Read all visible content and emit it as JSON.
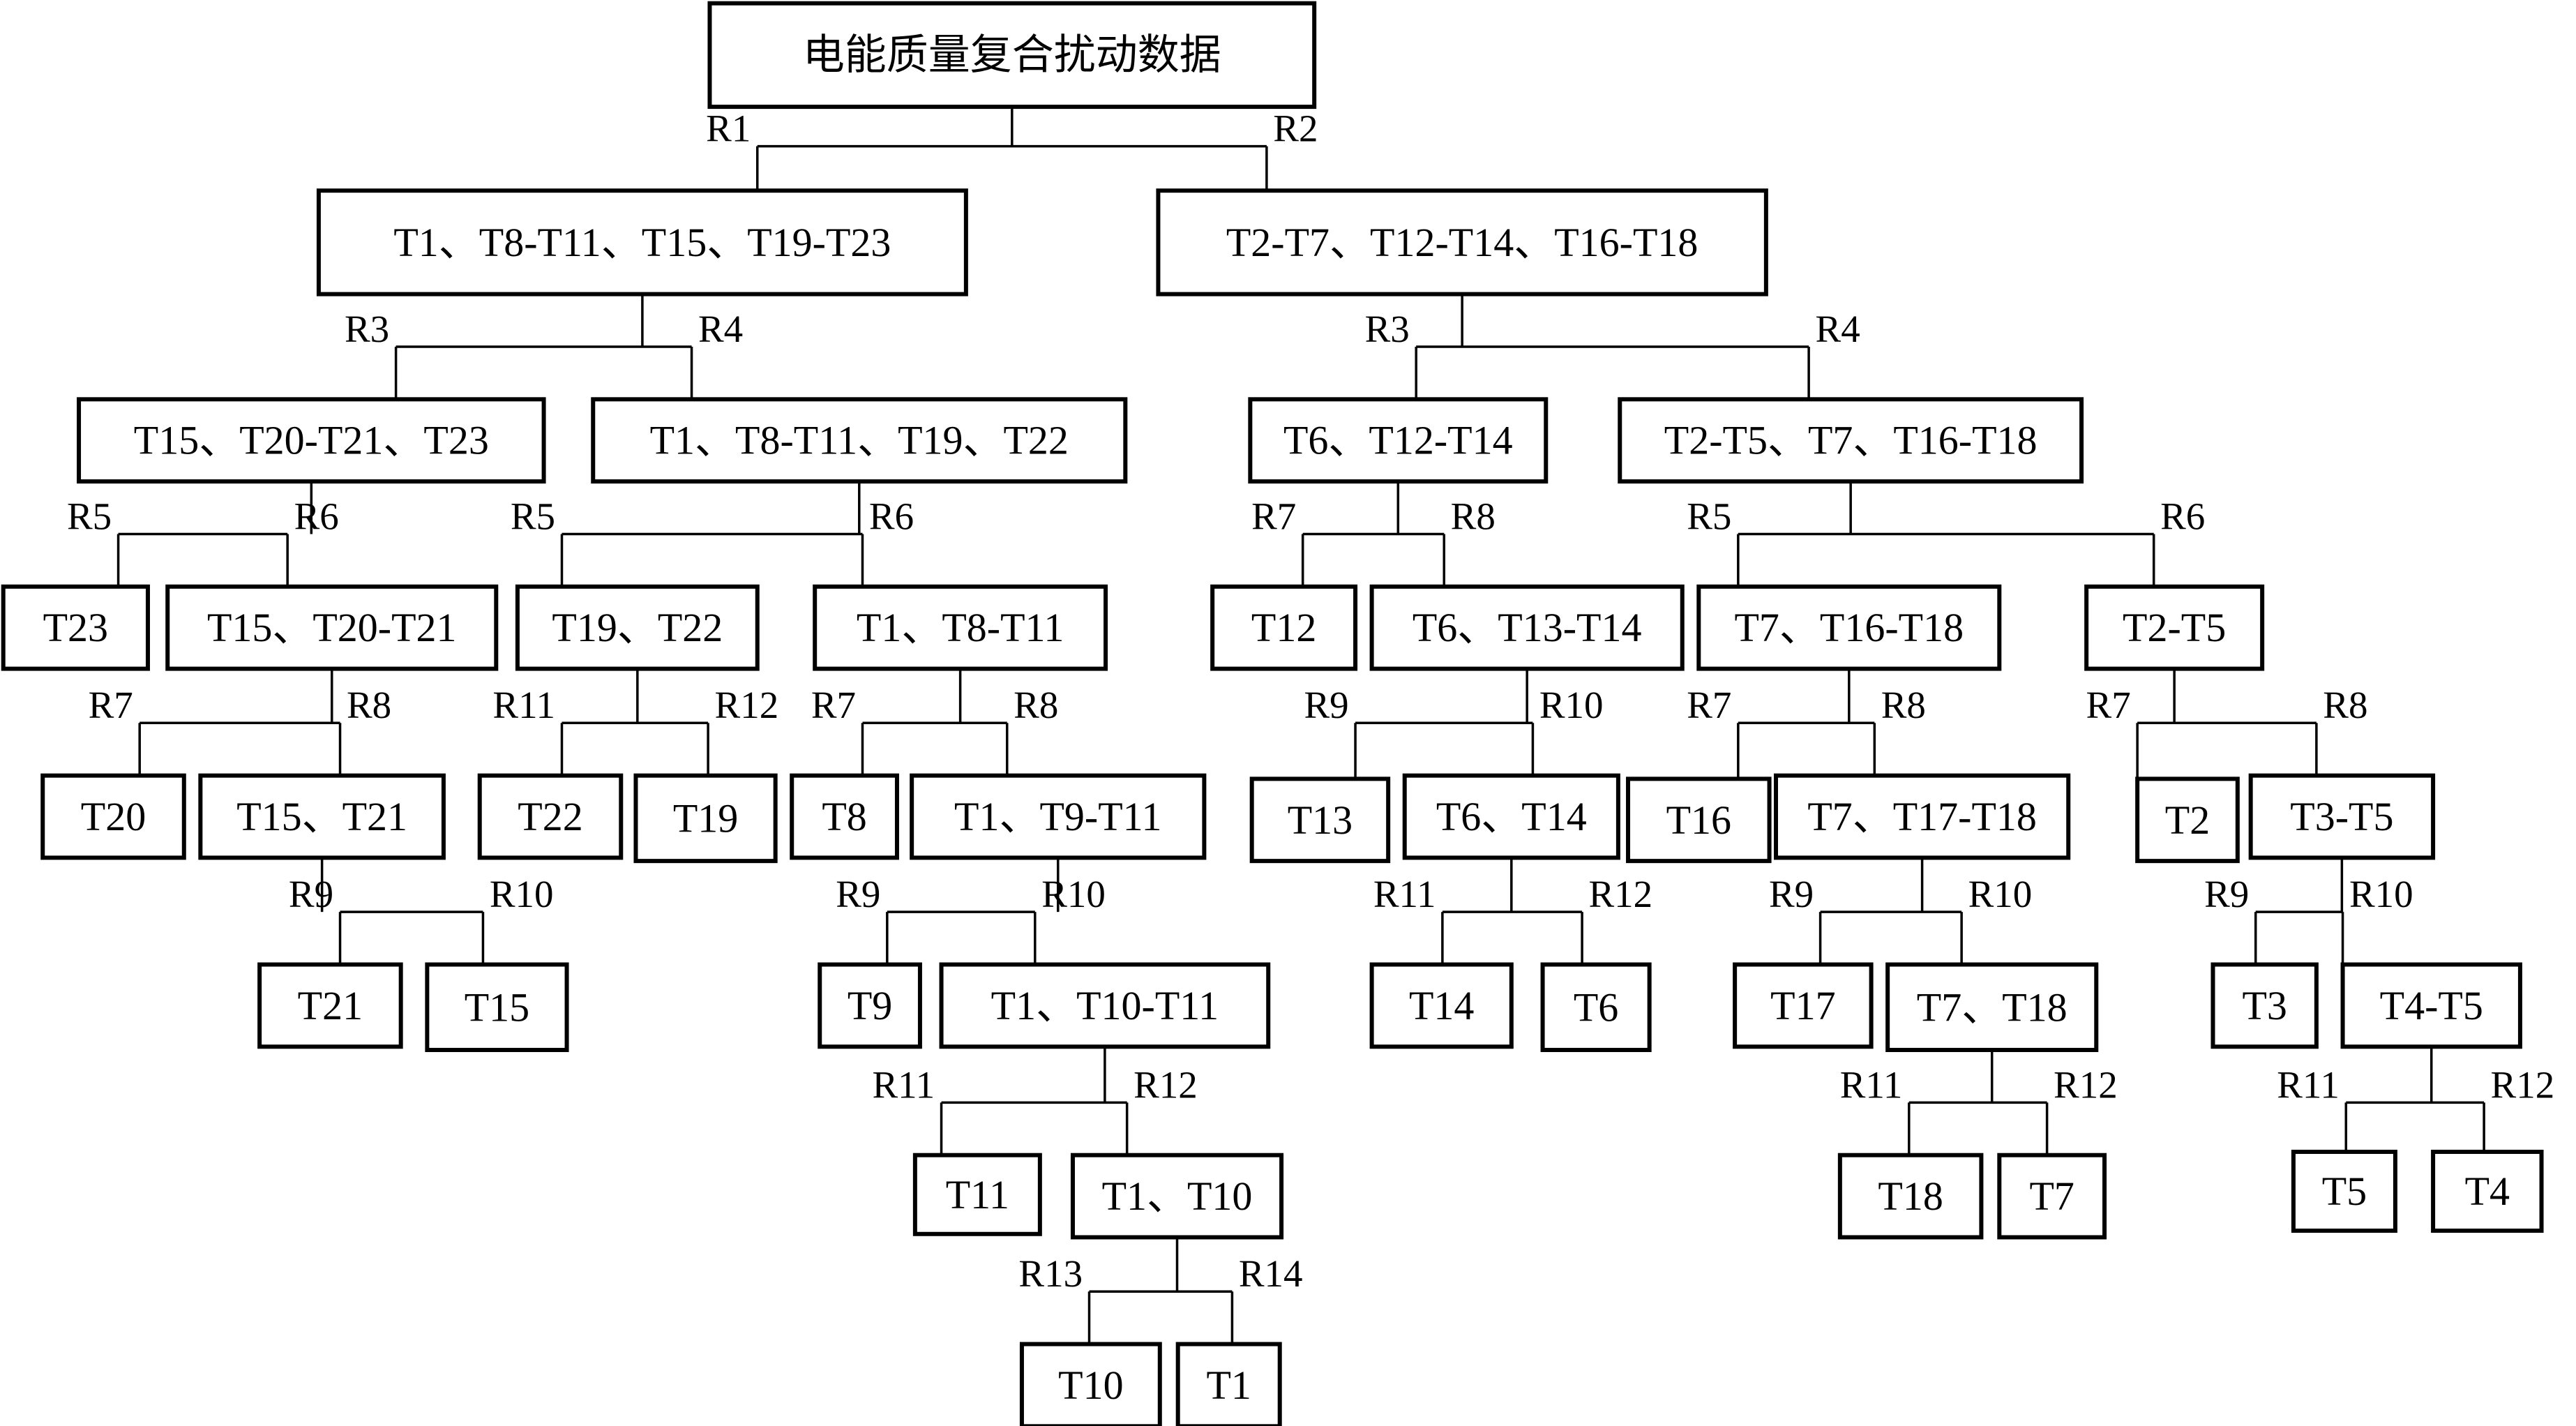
{
  "diagram": {
    "nodes": [
      {
        "id": "root",
        "label": "电能质量复合扰动数据"
      },
      {
        "id": "n1",
        "label": "T1、T8-T11、T15、T19-T23"
      },
      {
        "id": "n2",
        "label": "T2-T7、T12-T14、T16-T18"
      },
      {
        "id": "n3",
        "label": "T15、T20-T21、T23"
      },
      {
        "id": "n4",
        "label": "T1、T8-T11、T19、T22"
      },
      {
        "id": "n5",
        "label": "T6、T12-T14"
      },
      {
        "id": "n6",
        "label": "T2-T5、T7、T16-T18"
      },
      {
        "id": "n7",
        "label": "T23"
      },
      {
        "id": "n8",
        "label": "T15、T20-T21"
      },
      {
        "id": "n9",
        "label": "T19、T22"
      },
      {
        "id": "n10",
        "label": "T1、T8-T11"
      },
      {
        "id": "n11",
        "label": "T12"
      },
      {
        "id": "n12",
        "label": "T6、T13-T14"
      },
      {
        "id": "n13",
        "label": "T7、T16-T18"
      },
      {
        "id": "n14",
        "label": "T2-T5"
      },
      {
        "id": "n15",
        "label": "T20"
      },
      {
        "id": "n16",
        "label": "T15、T21"
      },
      {
        "id": "n17",
        "label": "T22"
      },
      {
        "id": "n18",
        "label": "T19"
      },
      {
        "id": "n19",
        "label": "T8"
      },
      {
        "id": "n20",
        "label": "T1、T9-T11"
      },
      {
        "id": "n21",
        "label": "T13"
      },
      {
        "id": "n22",
        "label": "T6、T14"
      },
      {
        "id": "n23",
        "label": "T16"
      },
      {
        "id": "n24",
        "label": "T7、T17-T18"
      },
      {
        "id": "n25",
        "label": "T2"
      },
      {
        "id": "n26",
        "label": "T3-T5"
      },
      {
        "id": "n27",
        "label": "T21"
      },
      {
        "id": "n28",
        "label": "T15"
      },
      {
        "id": "n29",
        "label": "T9"
      },
      {
        "id": "n30",
        "label": "T1、T10-T11"
      },
      {
        "id": "n31",
        "label": "T14"
      },
      {
        "id": "n32",
        "label": "T6"
      },
      {
        "id": "n33",
        "label": "T17"
      },
      {
        "id": "n34",
        "label": "T7、T18"
      },
      {
        "id": "n35",
        "label": "T3"
      },
      {
        "id": "n36",
        "label": "T4-T5"
      },
      {
        "id": "n37",
        "label": "T11"
      },
      {
        "id": "n38",
        "label": "T1、T10"
      },
      {
        "id": "n39",
        "label": "T18"
      },
      {
        "id": "n40",
        "label": "T7"
      },
      {
        "id": "n41",
        "label": "T5"
      },
      {
        "id": "n42",
        "label": "T4"
      },
      {
        "id": "n43",
        "label": "T10"
      },
      {
        "id": "n44",
        "label": "T1"
      }
    ],
    "edges": [
      {
        "from": "root",
        "to": "n1",
        "label": "R1"
      },
      {
        "from": "root",
        "to": "n2",
        "label": "R2"
      },
      {
        "from": "n1",
        "to": "n3",
        "label": "R3"
      },
      {
        "from": "n1",
        "to": "n4",
        "label": "R4"
      },
      {
        "from": "n2",
        "to": "n5",
        "label": "R3"
      },
      {
        "from": "n2",
        "to": "n6",
        "label": "R4"
      },
      {
        "from": "n3",
        "to": "n7",
        "label": "R5"
      },
      {
        "from": "n3",
        "to": "n8",
        "label": "R6"
      },
      {
        "from": "n4",
        "to": "n9",
        "label": "R5"
      },
      {
        "from": "n4",
        "to": "n10",
        "label": "R6"
      },
      {
        "from": "n5",
        "to": "n11",
        "label": "R7"
      },
      {
        "from": "n5",
        "to": "n12",
        "label": "R8"
      },
      {
        "from": "n6",
        "to": "n13",
        "label": "R5"
      },
      {
        "from": "n6",
        "to": "n14",
        "label": "R6"
      },
      {
        "from": "n8",
        "to": "n15",
        "label": "R7"
      },
      {
        "from": "n8",
        "to": "n16",
        "label": "R8"
      },
      {
        "from": "n9",
        "to": "n17",
        "label": "R11"
      },
      {
        "from": "n9",
        "to": "n18",
        "label": "R12"
      },
      {
        "from": "n10",
        "to": "n19",
        "label": "R7"
      },
      {
        "from": "n10",
        "to": "n20",
        "label": "R8"
      },
      {
        "from": "n12",
        "to": "n21",
        "label": "R9"
      },
      {
        "from": "n12",
        "to": "n22",
        "label": "R10"
      },
      {
        "from": "n13",
        "to": "n23",
        "label": "R7"
      },
      {
        "from": "n13",
        "to": "n24",
        "label": "R8"
      },
      {
        "from": "n14",
        "to": "n25",
        "label": "R7"
      },
      {
        "from": "n14",
        "to": "n26",
        "label": "R8"
      },
      {
        "from": "n16",
        "to": "n27",
        "label": "R9"
      },
      {
        "from": "n16",
        "to": "n28",
        "label": "R10"
      },
      {
        "from": "n20",
        "to": "n29",
        "label": "R9"
      },
      {
        "from": "n20",
        "to": "n30",
        "label": "R10"
      },
      {
        "from": "n22",
        "to": "n31",
        "label": "R11"
      },
      {
        "from": "n22",
        "to": "n32",
        "label": "R12"
      },
      {
        "from": "n24",
        "to": "n33",
        "label": "R9"
      },
      {
        "from": "n24",
        "to": "n34",
        "label": "R10"
      },
      {
        "from": "n26",
        "to": "n35",
        "label": "R9"
      },
      {
        "from": "n26",
        "to": "n36",
        "label": "R10"
      },
      {
        "from": "n30",
        "to": "n37",
        "label": "R11"
      },
      {
        "from": "n30",
        "to": "n38",
        "label": "R12"
      },
      {
        "from": "n34",
        "to": "n39",
        "label": "R11"
      },
      {
        "from": "n34",
        "to": "n40",
        "label": "R12"
      },
      {
        "from": "n36",
        "to": "n41",
        "label": "R11"
      },
      {
        "from": "n36",
        "to": "n42",
        "label": "R12"
      },
      {
        "from": "n38",
        "to": "n43",
        "label": "R13"
      },
      {
        "from": "n38",
        "to": "n44",
        "label": "R14"
      }
    ]
  }
}
